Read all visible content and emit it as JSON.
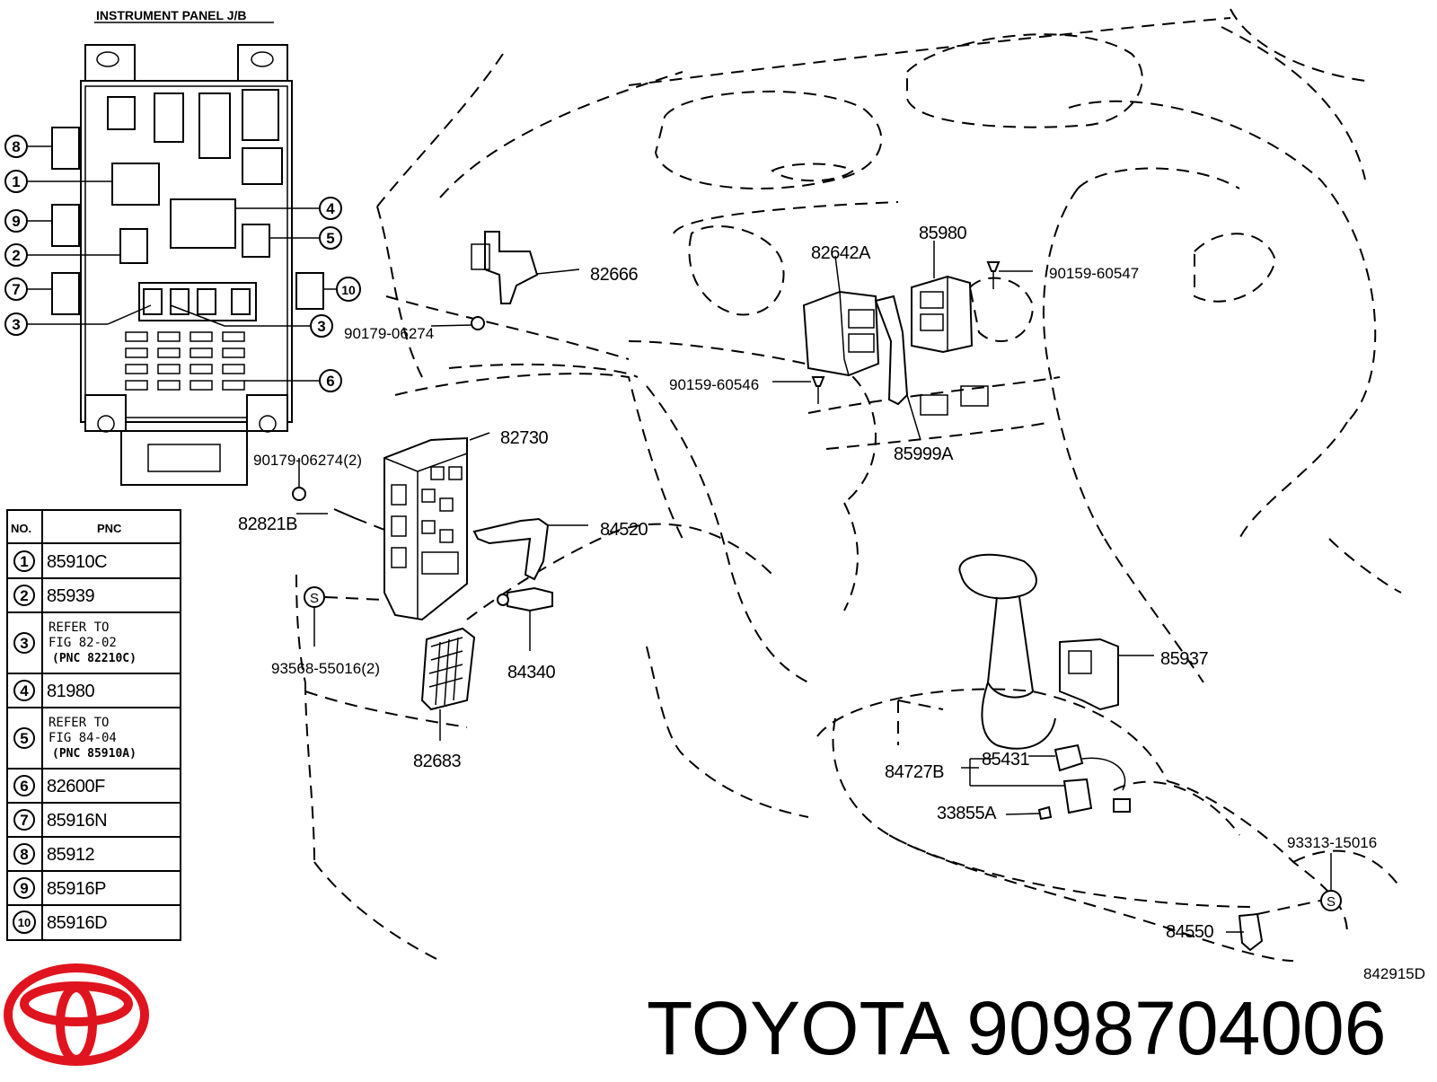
{
  "diagram": {
    "title": "INSTRUMENT PANEL J/B",
    "figure_code": "842915D",
    "callouts": [
      "1",
      "2",
      "3",
      "4",
      "5",
      "6",
      "7",
      "8",
      "9",
      "10"
    ],
    "parts": {
      "p82666": "82666",
      "p90179a": "90179-06274",
      "p90179b": "90179-06274(2)",
      "p82730": "82730",
      "p82821b": "82821B",
      "p84520": "84520",
      "p93568": "93568-55016(2)",
      "p84340": "84340",
      "p82683": "82683",
      "p82642a": "82642A",
      "p85980": "85980",
      "p90159_547": "90159-60547",
      "p90159_546": "90159-60546",
      "p85999a": "85999A",
      "p85937": "85937",
      "p84727b": "84727B",
      "p85431": "85431",
      "p33855a": "33855A",
      "p93313": "93313-15016",
      "p84550": "84550"
    },
    "screw_symbol": "S"
  },
  "pnc_table": {
    "header_no": "NO.",
    "header_pnc": "PNC",
    "rows": [
      {
        "no": "1",
        "lines": [
          "85910C"
        ]
      },
      {
        "no": "2",
        "lines": [
          "85939"
        ]
      },
      {
        "no": "3",
        "lines": [
          "REFER TO",
          "FIG 82-02",
          "(PNC 82210C)"
        ]
      },
      {
        "no": "4",
        "lines": [
          "81980"
        ]
      },
      {
        "no": "5",
        "lines": [
          "REFER TO",
          "FIG 84-04",
          "(PNC 85910A)"
        ]
      },
      {
        "no": "6",
        "lines": [
          "82600F"
        ]
      },
      {
        "no": "7",
        "lines": [
          "85916N"
        ]
      },
      {
        "no": "8",
        "lines": [
          "85912"
        ]
      },
      {
        "no": "9",
        "lines": [
          "85916P"
        ]
      },
      {
        "no": "10",
        "lines": [
          "85916D"
        ]
      }
    ]
  },
  "branding": {
    "text": "TOYOTA 9098704006",
    "logo_color": "#e0141e"
  }
}
